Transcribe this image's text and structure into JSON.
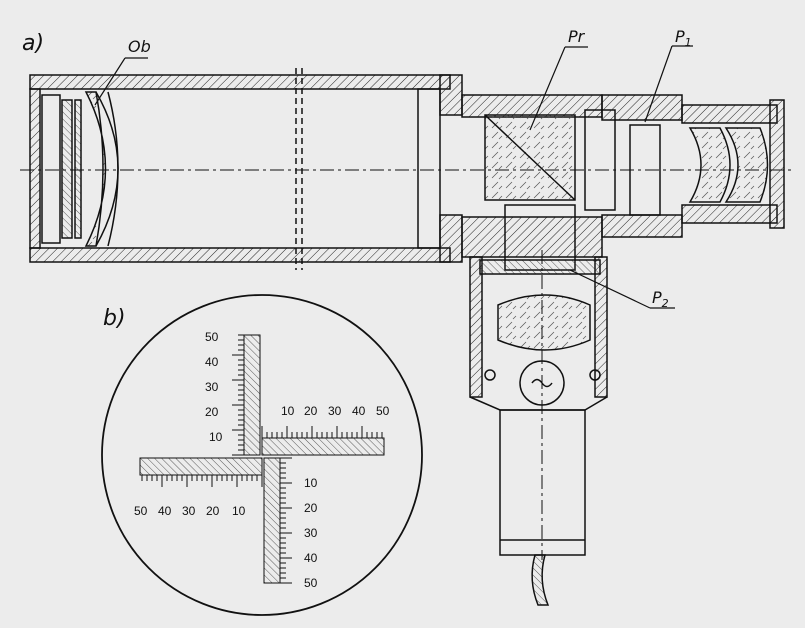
{
  "panels": {
    "a": "a)",
    "b": "b)"
  },
  "parts": {
    "objective": "Ob",
    "prism": "Pr",
    "plate1": "P",
    "plate1_sub": "1",
    "plate2": "P",
    "plate2_sub": "2"
  },
  "reticle": {
    "vertical_upper_ticks": [
      "50",
      "40",
      "30",
      "20",
      "10"
    ],
    "horizontal_right_ticks": [
      "10",
      "20",
      "30",
      "40",
      "50"
    ],
    "horizontal_left_ticks": [
      "50",
      "40",
      "30",
      "20",
      "10"
    ],
    "vertical_lower_ticks": [
      "10",
      "20",
      "30",
      "40",
      "50"
    ]
  },
  "colors": {
    "ink": "#111111",
    "paper": "#ececec"
  }
}
